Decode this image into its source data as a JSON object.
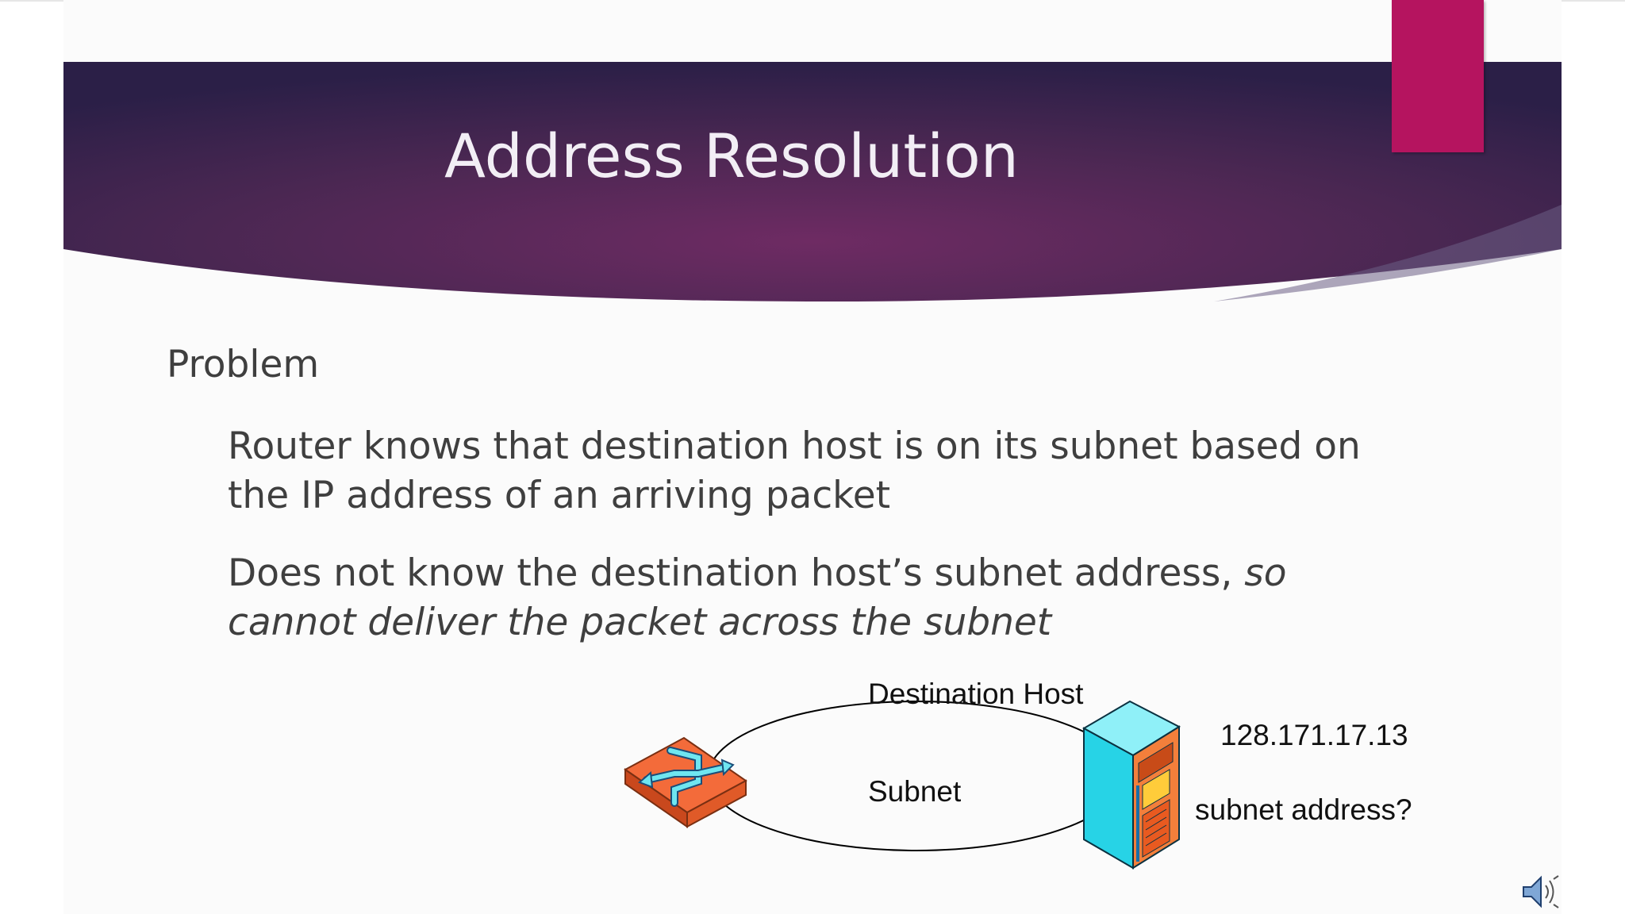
{
  "slide": {
    "title": "Address Resolution",
    "heading": "Problem",
    "bullets": [
      {
        "line1": "Router knows that destination host is on its subnet based on",
        "line2": "the IP address of an arriving packet"
      },
      {
        "line1_regular": "Does not know the destination host’s subnet address, ",
        "line1_italic": "so",
        "line2_italic": "cannot deliver the packet across the subnet"
      }
    ]
  },
  "diagram": {
    "destination_label": "Destination Host",
    "subnet_label": "Subnet",
    "ip_address": "128.171.17.13",
    "question": "subnet address?",
    "router_icon": "router-icon",
    "server_icon": "server-icon"
  },
  "colors": {
    "banner_dark": "#2b1f47",
    "banner_mid": "#6b2d66",
    "accent": "#b5145f",
    "router": "#f36b3a",
    "server": "#27d3e6"
  },
  "controls": {
    "audio_icon": "speaker-icon"
  }
}
